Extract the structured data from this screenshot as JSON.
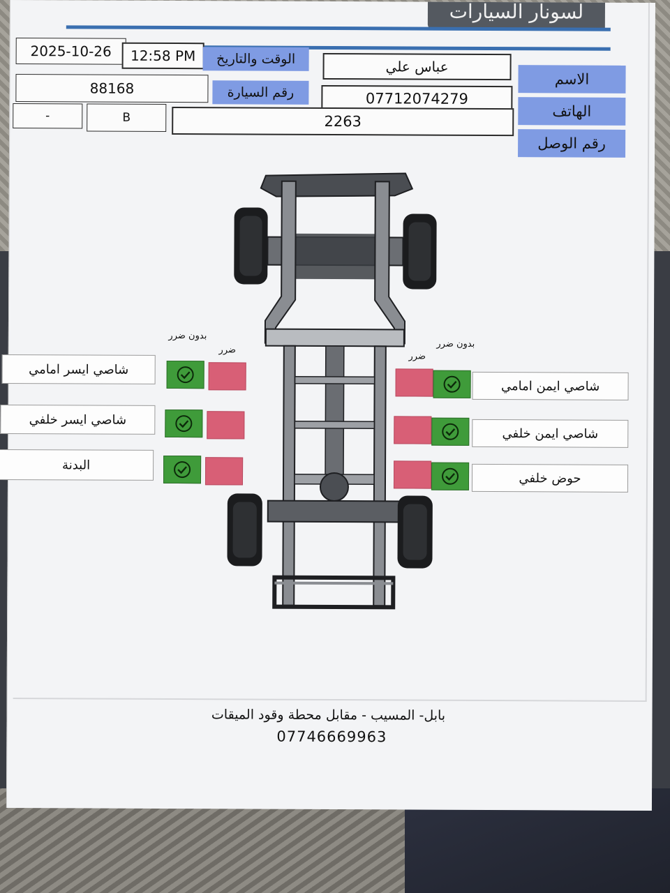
{
  "header": {
    "brand": "لسونار السيارات"
  },
  "form": {
    "name_label": "الاسم",
    "name_value": "عباس علي",
    "phone_label": "الهاتف",
    "phone_value": "07712074279",
    "receipt_label": "رقم الوصل",
    "receipt_value": "2263",
    "datetime_label": "الوقت والتاريخ",
    "time_value": "12:58 PM",
    "date_value": "2025-10-26",
    "car_label": "رقم السيارة",
    "car_value": "88168",
    "plate_letter": "B",
    "plate_extra": "-"
  },
  "legend": {
    "no_damage": "بدون ضرر",
    "damage": "ضرر"
  },
  "inspection": {
    "left": [
      {
        "label": "شاصي ايسر امامي",
        "status": "no_damage"
      },
      {
        "label": "شاصي ايسر خلفي",
        "status": "no_damage"
      },
      {
        "label": "البدنة",
        "status": "no_damage"
      }
    ],
    "right": [
      {
        "label": "شاصي ايمن امامي",
        "status": "no_damage"
      },
      {
        "label": "شاصي ايمن خلفي",
        "status": "no_damage"
      },
      {
        "label": "حوض خلفي",
        "status": "no_damage"
      }
    ]
  },
  "colors": {
    "label_blue": "#7f9be3",
    "rule_blue": "#3a6fb0",
    "ok_green": "#3f9b3a",
    "damage_pink": "#d85f76"
  },
  "footer": {
    "address": "بابل- المسيب - مقابل محطة وقود الميقات",
    "phone": "07746669963"
  }
}
